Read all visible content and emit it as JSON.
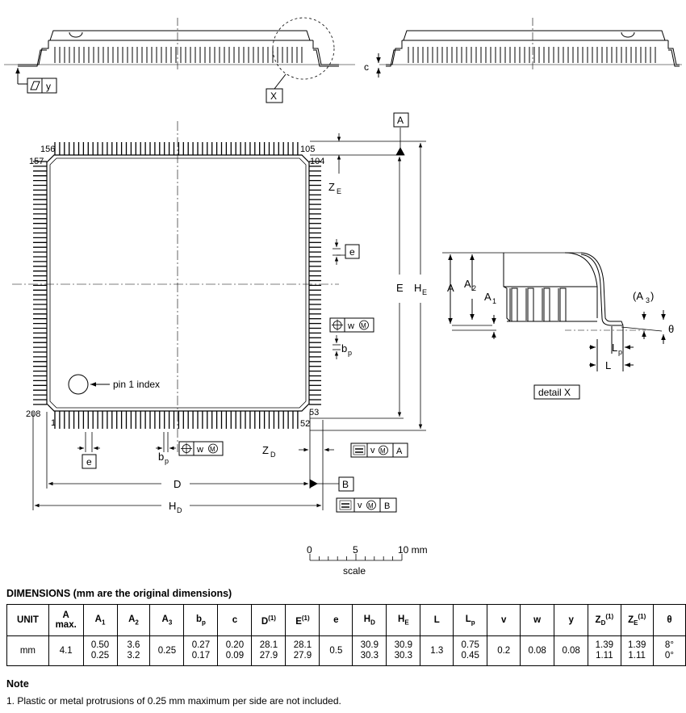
{
  "labels": {
    "x": "X",
    "y": "y",
    "c": "c",
    "a_datum": "A",
    "b_datum": "B",
    "pin156": "156",
    "pin157": "157",
    "pin105": "105",
    "pin104": "104",
    "pin208": "208",
    "pin1": "1",
    "pin53": "53",
    "pin52": "52",
    "pin1_index": "pin 1 index",
    "e": "e",
    "w": "w",
    "v": "v",
    "m": "M",
    "a": "A",
    "ze": "Z",
    "ze_sub": "E",
    "zd": "Z",
    "zd_sub": "D",
    "bp": "b",
    "bp_sub": "p",
    "d": "D",
    "hd": "H",
    "hd_sub": "D",
    "E": "E",
    "he": "H",
    "he_sub": "E",
    "a1": "A",
    "a1_sub": "1",
    "a2": "A",
    "a2_sub": "2",
    "a3": "(A",
    "a3_sub": "3",
    "a3_close": ")",
    "lp": "L",
    "lp_sub": "p",
    "l": "L",
    "theta": "θ",
    "detail_x": "detail X",
    "scale_0": "0",
    "scale_5": "5",
    "scale_10": "10 mm",
    "scale": "scale"
  },
  "table": {
    "title": "DIMENSIONS (mm are the original dimensions)",
    "headers": [
      {
        "main": "UNIT",
        "sub": "",
        "sup": ""
      },
      {
        "main": "A",
        "line2": "max.",
        "sub": "",
        "sup": ""
      },
      {
        "main": "A",
        "sub": "1",
        "sup": ""
      },
      {
        "main": "A",
        "sub": "2",
        "sup": ""
      },
      {
        "main": "A",
        "sub": "3",
        "sup": ""
      },
      {
        "main": "b",
        "sub": "p",
        "sup": ""
      },
      {
        "main": "c",
        "sub": "",
        "sup": ""
      },
      {
        "main": "D",
        "sub": "",
        "sup": "(1)"
      },
      {
        "main": "E",
        "sub": "",
        "sup": "(1)"
      },
      {
        "main": "e",
        "sub": "",
        "sup": ""
      },
      {
        "main": "H",
        "sub": "D",
        "sup": ""
      },
      {
        "main": "H",
        "sub": "E",
        "sup": ""
      },
      {
        "main": "L",
        "sub": "",
        "sup": ""
      },
      {
        "main": "L",
        "sub": "p",
        "sup": ""
      },
      {
        "main": "v",
        "sub": "",
        "sup": ""
      },
      {
        "main": "w",
        "sub": "",
        "sup": ""
      },
      {
        "main": "y",
        "sub": "",
        "sup": ""
      },
      {
        "main": "Z",
        "sub": "D",
        "sup": "(1)"
      },
      {
        "main": "Z",
        "sub": "E",
        "sup": "(1)"
      },
      {
        "main": "θ",
        "sub": "",
        "sup": ""
      }
    ],
    "rows": [
      [
        "mm",
        "4.1",
        [
          "0.50",
          "0.25"
        ],
        [
          "3.6",
          "3.2"
        ],
        "0.25",
        [
          "0.27",
          "0.17"
        ],
        [
          "0.20",
          "0.09"
        ],
        [
          "28.1",
          "27.9"
        ],
        [
          "28.1",
          "27.9"
        ],
        "0.5",
        [
          "30.9",
          "30.3"
        ],
        [
          "30.9",
          "30.3"
        ],
        "1.3",
        [
          "0.75",
          "0.45"
        ],
        "0.2",
        "0.08",
        "0.08",
        [
          "1.39",
          "1.11"
        ],
        [
          "1.39",
          "1.11"
        ],
        [
          "8°",
          "0°"
        ]
      ]
    ]
  },
  "note": {
    "title": "Note",
    "text": "1. Plastic or metal protrusions of 0.25 mm maximum per side are not included."
  }
}
